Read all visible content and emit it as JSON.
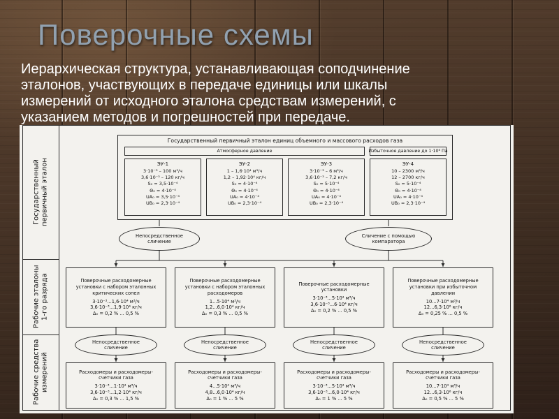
{
  "slide": {
    "title": "Поверочные схемы",
    "description_lines": [
      "Иерархическая структура, устанавливающая соподчинение",
      "эталонов, участвующих в передаче единицы или шкалы",
      "измерений от исходного эталона средствам измерений, с",
      "указанием методов и погрешностей при передаче."
    ]
  },
  "diagram": {
    "side_labels": [
      "Государственный первичный эталон",
      "Рабочие эталоны 1-го разряда",
      "Рабочие средства измерений"
    ],
    "primary": {
      "title": "Государственный первичный эталон единиц объемного и массового расходов газа",
      "pressure_left": "Атмосферное давление",
      "pressure_right": "Избыточное давление до 1·10⁶ Па",
      "units": [
        {
          "name": "ЭУ-1",
          "lines": [
            "3·10⁻³ – 100 м³/ч",
            "3,6·10⁻³ – 120 кг/ч",
            "S₀ = 3,5·10⁻⁴",
            "Θ₀ = 4·10⁻⁴",
            "UА₀ = 3,5·10⁻⁴",
            "UВ₀ = 2,3·10⁻⁴"
          ]
        },
        {
          "name": "ЭУ-2",
          "lines": [
            "1 – 1,6·10⁴ м³/ч",
            "1,2 – 1,92·10⁴ кг/ч",
            "S₀ = 4·10⁻⁴",
            "Θ₀ = 4·10⁻⁴",
            "UА₀ = 4·10⁻⁴",
            "UВ₀ = 2,3·10⁻⁴"
          ]
        },
        {
          "name": "ЭУ-3",
          "lines": [
            "3·10⁻³ – 6 м³/ч",
            "3,6·10⁻³ – 7,2 кг/ч",
            "S₀ = 5·10⁻⁴",
            "Θ₀ = 4·10⁻⁴",
            "UА₀ = 4·10⁻⁴",
            "UВ₀ = 2,3·10⁻⁴"
          ]
        },
        {
          "name": "ЭУ-4",
          "lines": [
            "10 – 2300 м³/ч",
            "12 – 2700 кг/ч",
            "S₀ = 5·10⁻⁴",
            "Θ₀ = 4·10⁻⁴",
            "UА₀ = 4·10⁻⁴",
            "UВ₀ = 2,3·10⁻⁴"
          ]
        }
      ]
    },
    "ovals": {
      "direct": "Непосредственное сличение",
      "comparator": "Сличение с помощью компаратора"
    },
    "working_standards": [
      {
        "title": "Поверочные расходомерные установки с набором эталонных критических сопел",
        "lines": [
          "3·10⁻³...1,6·10⁴ м³/ч",
          "3,6·10⁻³...1,9·10⁴ кг/ч",
          "Δ₀ = 0,2 % ... 0,5 %"
        ]
      },
      {
        "title": "Поверочные расходомерные установки с набором эталонных расходомеров",
        "lines": [
          "1...5·10⁴ м³/ч",
          "1,2...6,0·10⁴ кг/ч",
          "Δ₀ = 0,3 % ... 0,5 %"
        ]
      },
      {
        "title": "Поверочные расходомерные установки",
        "lines": [
          "3·10⁻³...5·10⁴ м³/ч",
          "3,6·10⁻³...6·10⁴ кг/ч",
          "Δ₀ = 0,2 % ... 0,5 %"
        ]
      },
      {
        "title": "Поверочные расходомерные установки при избыточном давлении",
        "lines": [
          "10...7·10⁴ м³/ч",
          "12...6,3·10⁶ кг/ч",
          "Δ₀ = 0,25 % ... 0,5 %"
        ]
      }
    ],
    "instruments": [
      {
        "title": "Расходомеры и расходомеры-счетчики газа",
        "lines": [
          "3·10⁻³...1·10⁴ м³/ч",
          "3,6·10⁻³...1,2·10⁴ кг/ч",
          "Δ₀ = 0,3 % ... 1,5 %"
        ]
      },
      {
        "title": "Расходомеры и расходомеры-счетчики газа",
        "lines": [
          "4...5·10⁴ м³/ч",
          "4,8...6,0·10⁴ кг/ч",
          "Δ₀ = 1 % ... 5 %"
        ]
      },
      {
        "title": "Расходомеры и расходомеры-счетчики газа",
        "lines": [
          "3·10⁻³...5·10⁴ м³/ч",
          "3,6·10⁻³...6,0·10⁴ кг/ч",
          "Δ₀ = 1 % ... 5 %"
        ]
      },
      {
        "title": "Расходомеры и расходомеры-счетчики газа",
        "lines": [
          "10...7·10⁴ м³/ч",
          "12...6,3·10⁶ кг/ч",
          "Δ₀ = 0,5 % ... 5 %"
        ]
      }
    ]
  }
}
